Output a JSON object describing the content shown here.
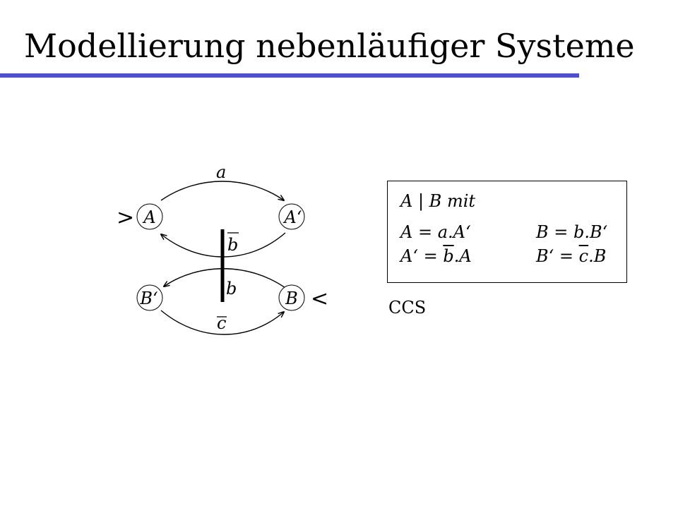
{
  "slide": {
    "title": "Modellierung nebenläufiger Systeme",
    "rule_color": "#4f4fcf"
  },
  "diagram": {
    "states": [
      {
        "id": "A",
        "label": "A",
        "initial": true
      },
      {
        "id": "A1",
        "label": "A‘",
        "initial": false
      },
      {
        "id": "B1",
        "label": "B‘",
        "initial": false
      },
      {
        "id": "B",
        "label": "B",
        "initial": true
      }
    ],
    "transitions": [
      {
        "from": "A",
        "to": "A1",
        "label": "a",
        "overline": false
      },
      {
        "from": "A1",
        "to": "A",
        "label": "b",
        "overline": true
      },
      {
        "from": "B",
        "to": "B1",
        "label": "b",
        "overline": false
      },
      {
        "from": "B1",
        "to": "B",
        "label": "c",
        "overline": true
      }
    ],
    "initial_markers": [
      ">",
      "<"
    ]
  },
  "formulas": {
    "header": "A | B  mit",
    "rows": [
      {
        "left": {
          "lhs": "A = a.A‘",
          "ov": "",
          "rest": ""
        },
        "right": {
          "lhs": "B = b.B‘",
          "ov": "",
          "rest": ""
        }
      },
      {
        "left": {
          "lhs": "A‘ = ",
          "ov": "b",
          "rest": ".A"
        },
        "right": {
          "lhs": "B‘ = ",
          "ov": "c",
          "rest": ".B"
        }
      }
    ]
  },
  "caption": "CCS"
}
